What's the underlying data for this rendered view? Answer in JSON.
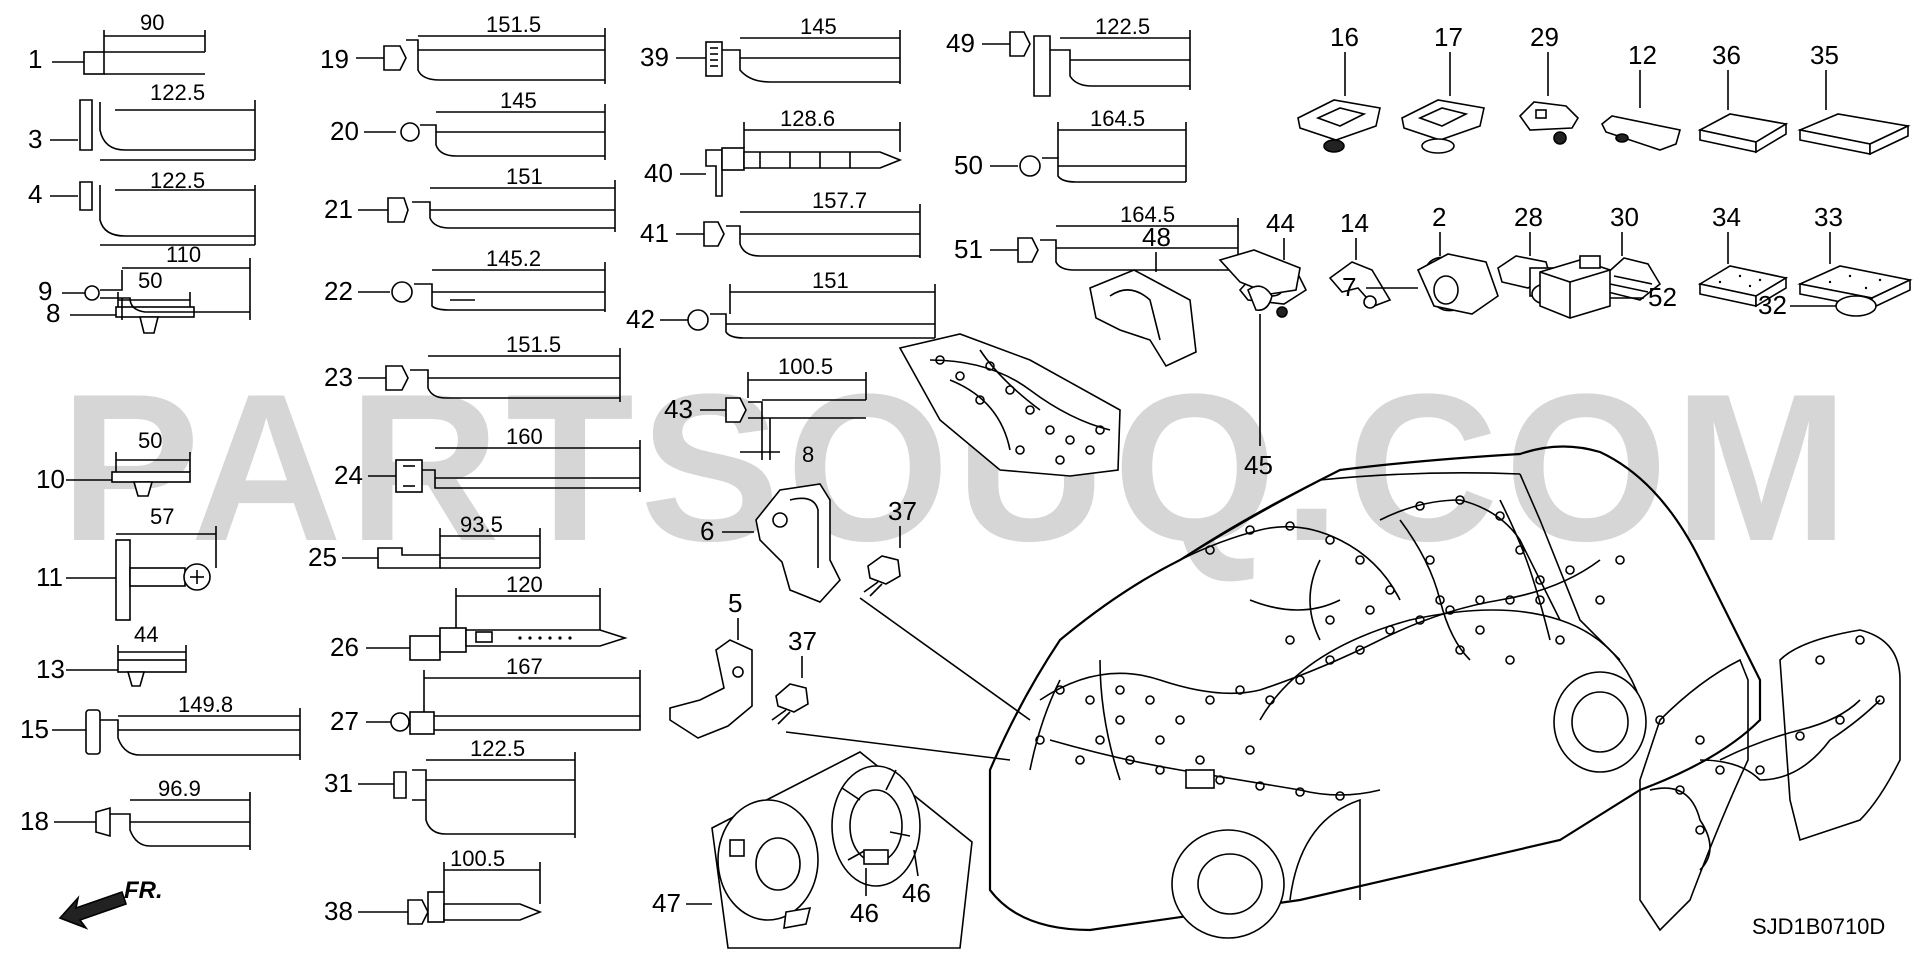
{
  "watermark": "PARTSOUQ.COM",
  "drawing_code": "SJD1B0710D",
  "direction_label": "FR.",
  "clips": [
    {
      "id": "1",
      "dim": "90"
    },
    {
      "id": "3",
      "dim": "122.5"
    },
    {
      "id": "4",
      "dim": "122.5"
    },
    {
      "id": "8",
      "dim": "50"
    },
    {
      "id": "9",
      "dim": "110"
    },
    {
      "id": "10",
      "dim": "50"
    },
    {
      "id": "11",
      "dim": "57"
    },
    {
      "id": "13",
      "dim": "44"
    },
    {
      "id": "15",
      "dim": "149.8"
    },
    {
      "id": "18",
      "dim": "96.9"
    },
    {
      "id": "19",
      "dim": "151.5"
    },
    {
      "id": "20",
      "dim": "145"
    },
    {
      "id": "21",
      "dim": "151"
    },
    {
      "id": "22",
      "dim": "145.2"
    },
    {
      "id": "23",
      "dim": "151.5"
    },
    {
      "id": "24",
      "dim": "160"
    },
    {
      "id": "25",
      "dim": "93.5"
    },
    {
      "id": "26",
      "dim": "120"
    },
    {
      "id": "27",
      "dim": "167"
    },
    {
      "id": "31",
      "dim": "122.5"
    },
    {
      "id": "38",
      "dim": "100.5"
    },
    {
      "id": "39",
      "dim": "145"
    },
    {
      "id": "40",
      "dim": "128.6"
    },
    {
      "id": "41",
      "dim": "157.7"
    },
    {
      "id": "42",
      "dim": "151"
    },
    {
      "id": "43",
      "dim": "100.5",
      "dim2": "8"
    },
    {
      "id": "49",
      "dim": "122.5"
    },
    {
      "id": "50",
      "dim": "164.5"
    },
    {
      "id": "51",
      "dim": "164.5"
    }
  ],
  "parts": [
    "16",
    "17",
    "29",
    "12",
    "36",
    "35",
    "44",
    "14",
    "2",
    "28",
    "30",
    "34",
    "33",
    "48",
    "45",
    "7",
    "52",
    "32",
    "6",
    "37",
    "37",
    "5",
    "47",
    "46",
    "46"
  ]
}
